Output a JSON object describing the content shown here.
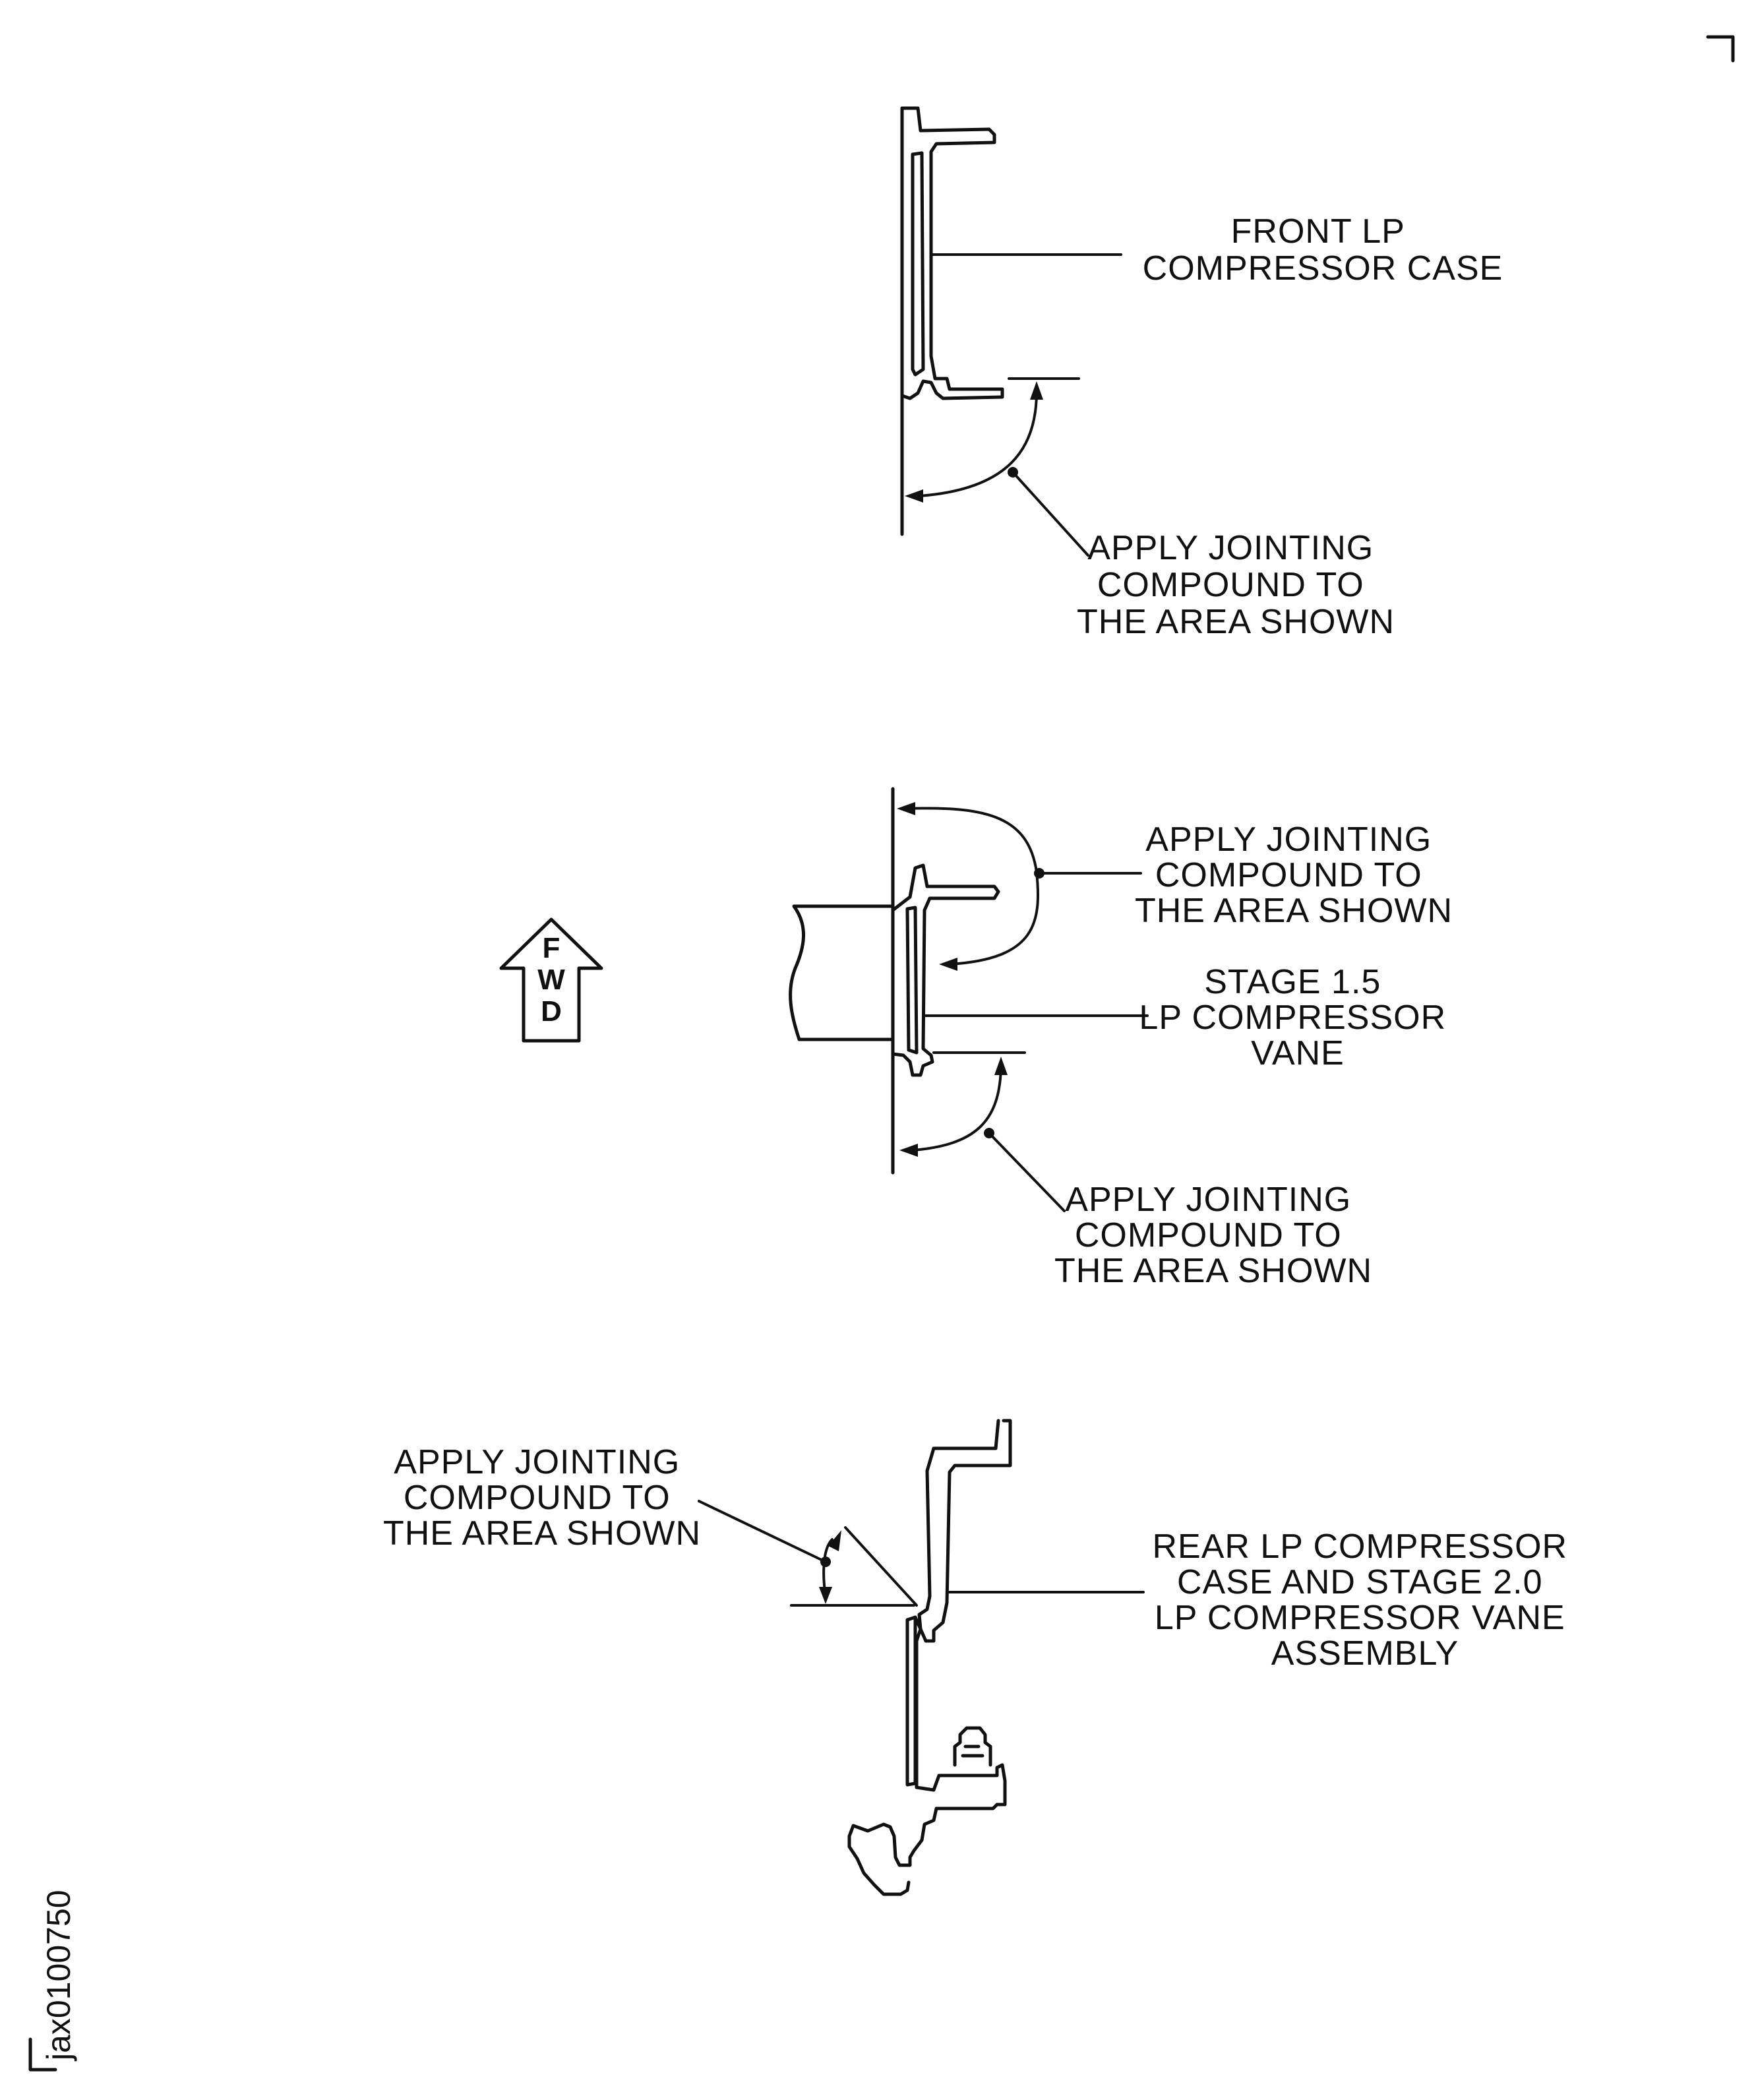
{
  "figure_id": "jax0100750",
  "direction_marker": {
    "letters": [
      "F",
      "W",
      "D"
    ]
  },
  "top_view": {
    "part_label": [
      "FRONT LP",
      "COMPRESSOR CASE"
    ],
    "callout": [
      "APPLY JOINTING",
      "COMPOUND TO",
      "THE AREA SHOWN"
    ]
  },
  "middle_view": {
    "callout_upper": [
      "APPLY JOINTING",
      "COMPOUND TO",
      "THE AREA SHOWN"
    ],
    "part_label": [
      "STAGE 1.5",
      "LP COMPRESSOR",
      "VANE"
    ],
    "callout_lower": [
      "APPLY JOINTING",
      "COMPOUND TO",
      "THE AREA SHOWN"
    ]
  },
  "bottom_view": {
    "callout": [
      "APPLY JOINTING",
      "COMPOUND TO",
      "THE AREA SHOWN"
    ],
    "part_label": [
      "REAR LP COMPRESSOR",
      "CASE AND STAGE 2.0",
      "LP COMPRESSOR VANE",
      "ASSEMBLY"
    ]
  }
}
